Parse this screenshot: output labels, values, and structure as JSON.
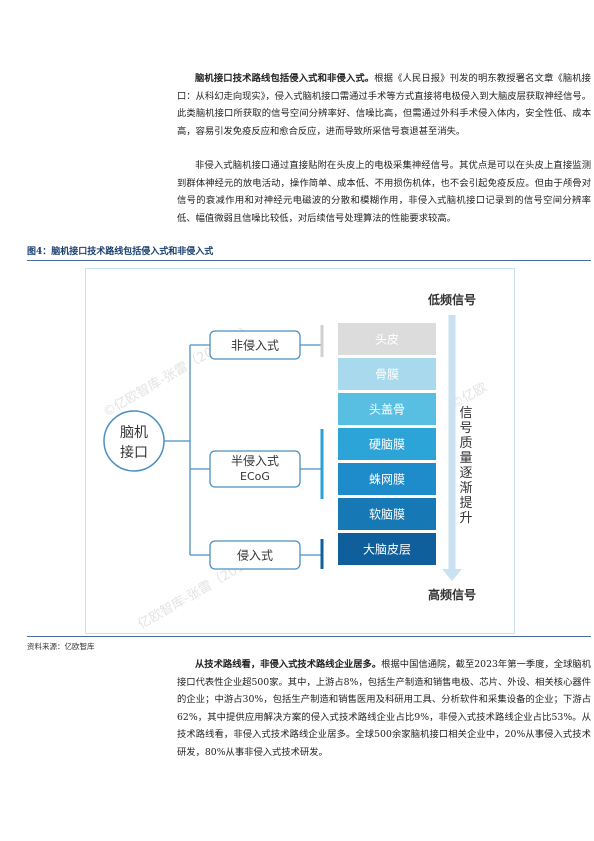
{
  "page": {
    "para1": {
      "lead": "脑机接口技术路线包括侵入式和非侵入式。",
      "body": "根据《人民日报》刊发的明东教授署名文章《脑机接口：从科幻走向现实》，侵入式脑机接口需通过手术等方式直接将电极侵入到大脑皮层获取神经信号。此类脑机接口所获取的信号空间分辨率好、信噪比高，但需通过外科手术侵入体内，安全性低、成本高，容易引发免疫反应和愈合反应，进而导致所采信号衰退甚至消失。"
    },
    "para2": "非侵入式脑机接口通过直接贴附在头皮上的电极采集神经信号。其优点是可以在头皮上直接监测到群体神经元的放电活动，操作简单、成本低、不用损伤机体，也不会引起免疫反应。但由于颅骨对信号的衰减作用和对神经元电磁波的分散和模糊作用，非侵入式脑机接口记录到的信号空间分辨率低、幅值微弱且信噪比较低，对后续信号处理算法的性能要求较高。",
    "figure_caption": "图4：脑机接口技术路线包括侵入式和非侵入式",
    "source": "资料来源：亿欧智库",
    "para3": {
      "lead": "从技术路线看，非侵入式技术路线企业居多。",
      "body": "根据中国信通院，截至2023年第一季度，全球脑机接口代表性企业超500家。其中，上游占8%，包括生产制造和销售电极、芯片、外设、相关核心器件的企业；中游占30%，包括生产制造和销售医用及科研用工具、分析软件和采集设备的企业；下游占62%，其中提供应用解决方案的侵入式技术路线企业占比9%，非侵入式技术路线企业占比53%。从技术路线看，非侵入式技术路线企业居多。全球500余家脑机接口相关企业中，20%从事侵入式技术研发，80%从事非侵入式技术研发。"
    }
  },
  "diagram": {
    "center": [
      "脑机",
      "接口"
    ],
    "categories": [
      {
        "label": [
          "非侵入式"
        ]
      },
      {
        "label": [
          "半侵入式",
          "ECoG"
        ]
      },
      {
        "label": [
          "侵入式"
        ]
      }
    ],
    "layers": [
      {
        "label": "头皮",
        "color": "#dcdcdc"
      },
      {
        "label": "骨膜",
        "color": "#a9d9ec"
      },
      {
        "label": "头盖骨",
        "color": "#58bfe3"
      },
      {
        "label": "硬脑膜",
        "color": "#2da4d8"
      },
      {
        "label": "蛛网膜",
        "color": "#1e8ccb"
      },
      {
        "label": "软脑膜",
        "color": "#1678b5"
      },
      {
        "label": "大脑皮层",
        "color": "#0f5f9c"
      }
    ],
    "bracket_colors": [
      "#d0d0d0",
      "#2aa0d6",
      "#0f5f9c"
    ],
    "signal_top": "低频信号",
    "signal_bottom": "高频信号",
    "signal_trend": [
      "信",
      "号",
      "质",
      "量",
      "逐",
      "渐",
      "提",
      "升"
    ],
    "watermarks": [
      "©亿欧智库-张雷（201069）",
      "©亿欧",
      "亿欧智库-张雷（201069）"
    ],
    "accent": "#4a90c4"
  }
}
